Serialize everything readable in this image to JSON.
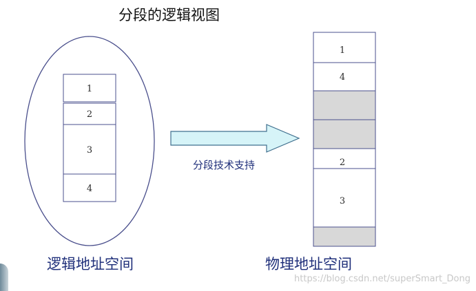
{
  "title": "分段的逻辑视图",
  "logical_space": {
    "caption": "逻辑地址空间",
    "segments": [
      "1",
      "2",
      "3",
      "4"
    ]
  },
  "arrow_caption": "分段技术支持",
  "physical_space": {
    "caption": "物理地址空间",
    "blocks": [
      {
        "label": "1",
        "used": true
      },
      {
        "label": "4",
        "used": true
      },
      {
        "label": "",
        "used": false
      },
      {
        "label": "",
        "used": false
      },
      {
        "label": "2",
        "used": true
      },
      {
        "label": "3",
        "used": true
      },
      {
        "label": "",
        "used": false
      }
    ]
  },
  "watermark": "https://blog.csdn.net/superSmart_Dong",
  "colors": {
    "outline": "#4a4f8c",
    "arrow_fill": "#d6f4f8",
    "free_block": "#d8d8d8"
  }
}
